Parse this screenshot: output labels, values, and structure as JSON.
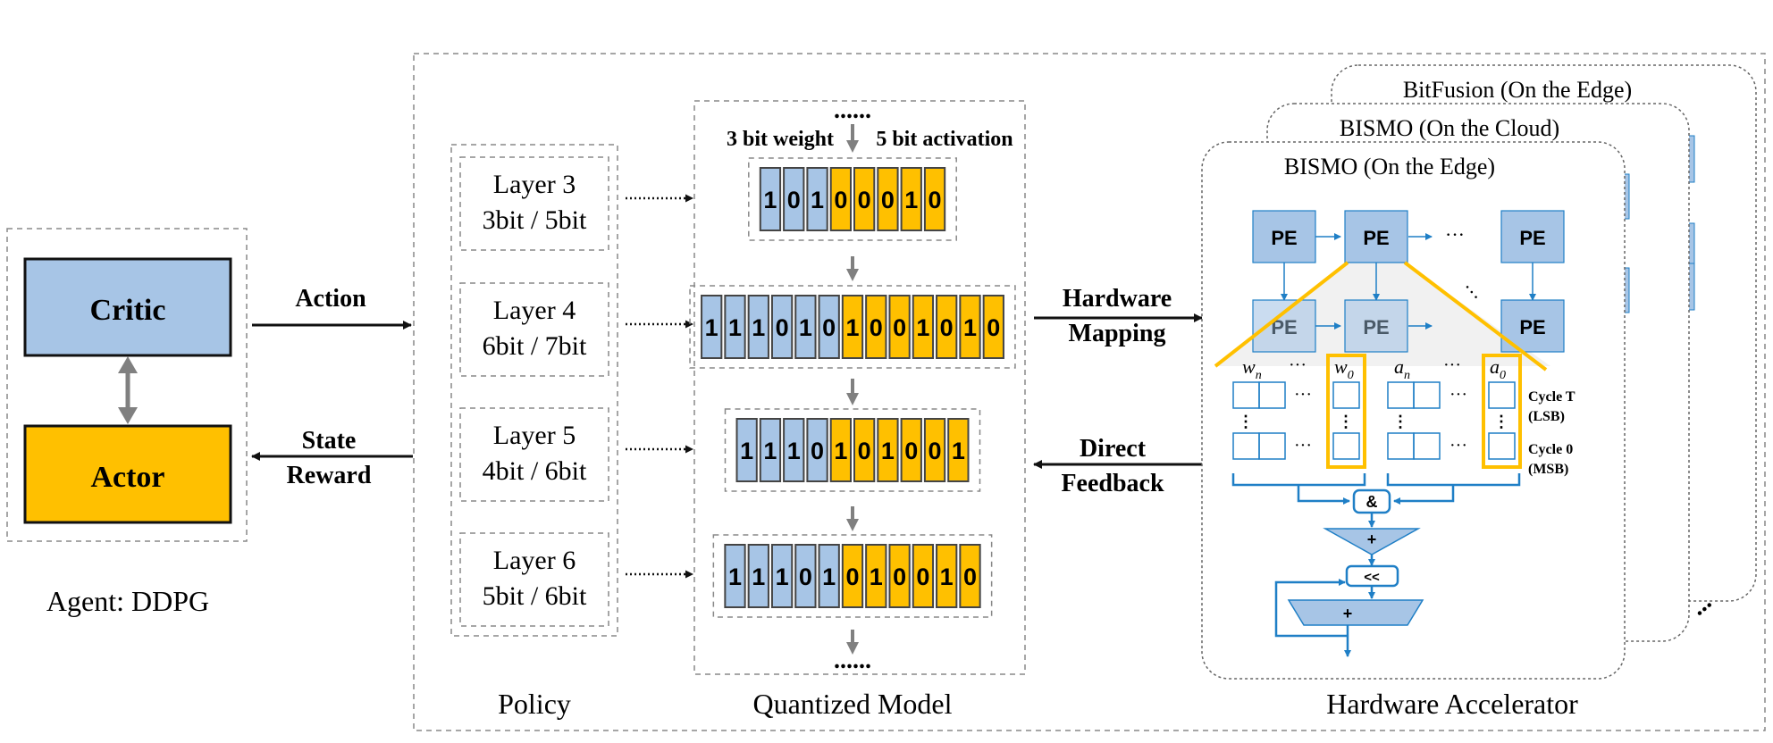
{
  "agent": {
    "critic": "Critic",
    "actor": "Actor",
    "caption": "Agent: DDPG",
    "critic_color": "#a7c5e6",
    "actor_color": "#ffc000"
  },
  "arrows": {
    "action": "Action",
    "state": "State",
    "reward": "Reward",
    "hw_mapping_1": "Hardware",
    "hw_mapping_2": "Mapping",
    "feedback_1": "Direct",
    "feedback_2": "Feedback"
  },
  "policy": {
    "caption": "Policy",
    "layers": [
      {
        "name": "Layer 3",
        "bits": "3bit / 5bit"
      },
      {
        "name": "Layer 4",
        "bits": "6bit / 7bit"
      },
      {
        "name": "Layer 5",
        "bits": "4bit / 6bit"
      },
      {
        "name": "Layer 6",
        "bits": "5bit / 6bit"
      }
    ]
  },
  "model": {
    "caption": "Quantized Model",
    "ellipsis": "......",
    "weight_label": "3 bit weight",
    "activation_label": "5 bit activation",
    "weight_color": "#a7c5e6",
    "activation_color": "#ffc000",
    "rows": [
      {
        "weights": [
          "1",
          "0",
          "1"
        ],
        "activations": [
          "0",
          "0",
          "0",
          "1",
          "0"
        ]
      },
      {
        "weights": [
          "1",
          "1",
          "1",
          "0",
          "1",
          "0"
        ],
        "activations": [
          "1",
          "0",
          "0",
          "1",
          "0",
          "1",
          "0"
        ]
      },
      {
        "weights": [
          "1",
          "1",
          "1",
          "0"
        ],
        "activations": [
          "1",
          "0",
          "1",
          "0",
          "0",
          "1"
        ]
      },
      {
        "weights": [
          "1",
          "1",
          "1",
          "0",
          "1"
        ],
        "activations": [
          "0",
          "1",
          "0",
          "0",
          "1",
          "0"
        ]
      }
    ]
  },
  "hardware": {
    "caption": "Hardware Accelerator",
    "card_back": "BitFusion (On the Edge)",
    "card_mid": "BISMO (On the Cloud)",
    "card_front": "BISMO (On the Edge)",
    "pe": "PE",
    "dots": "···",
    "w_n": "w",
    "w_n_sub": "n",
    "w_0": "w",
    "w_0_sub": "0",
    "a_n": "a",
    "a_n_sub": "n",
    "a_0": "a",
    "a_0_sub": "0",
    "cycle_t_1": "Cycle T",
    "cycle_t_2": "(LSB)",
    "cycle_0_1": "Cycle 0",
    "cycle_0_2": "(MSB)",
    "and_op": "&",
    "plus_op": "+",
    "shift_op": "<<",
    "accum_op": "+",
    "pe_color": "#a7c5e6",
    "wire_color": "#1f7fc6",
    "highlight_color": "#ffc000"
  }
}
